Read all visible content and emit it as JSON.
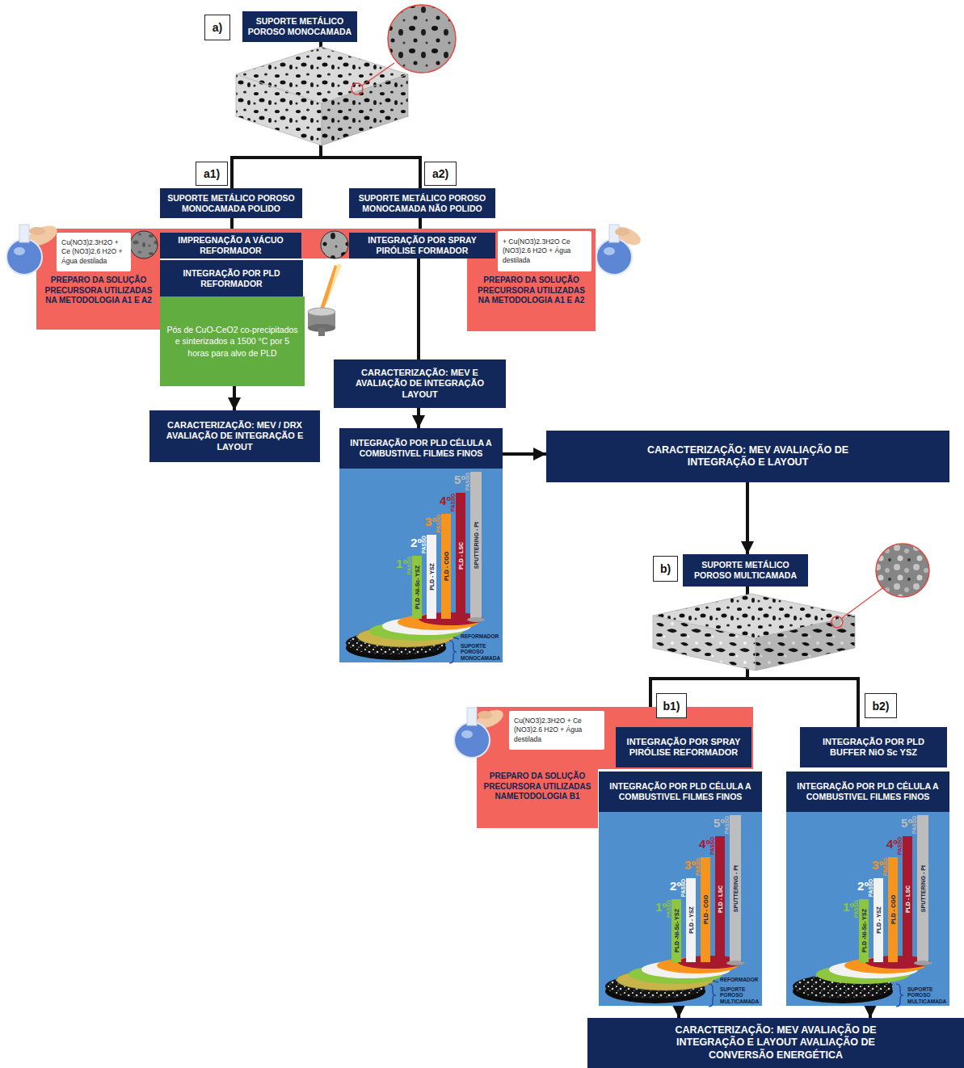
{
  "diagram": {
    "nodes": [
      {
        "text": [
          "a)"
        ]
      },
      {
        "text": [
          "SUPORTE METÁLICO POROSO MONOCAMADA"
        ]
      },
      {
        "text": [
          "a1)"
        ]
      },
      {
        "text": [
          "a2)"
        ]
      },
      {
        "text": [
          "SUPORTE METÁLICO POROSO MONOCAMADA POLIDO"
        ]
      },
      {
        "text": [
          "SUPORTE METÁLICO POROSO MONOCAMADA NÃO POLIDO"
        ]
      },
      {
        "text": [
          "PREPARO DA SOLUÇÃO PRECURSORA UTILIZADAS NA METODOLOGIA A1 E A2"
        ]
      },
      {
        "text": [
          "Cu(NO3)2.3H2O + Ce (NO3)2.6 H2O + Água destilada"
        ],
        "in": 6
      },
      {
        "text": [
          "IMPREGNAÇÃO A VÁCUO REFORMADOR"
        ]
      },
      {
        "text": [
          "INTEGRAÇÃO POR SPRAY PIRÓLISE FORMADOR"
        ]
      },
      {
        "text": [
          "PREPARO DA SOLUÇÃO PRECURSORA UTILIZADAS NA METODOLOGIA A1 E A2"
        ]
      },
      {
        "text": [
          "+ Cu(NO3)2.3H2O Ce (NO3)2.6 H2O + Água destilada"
        ],
        "in": 10
      },
      {
        "text": [
          "INTEGRAÇÃO POR PLD REFORMADOR"
        ]
      },
      {
        "text": [
          "Pós de CuO-CeO2 co-precipitados e sinterizados a 1500 °C por 5 horas para alvo de PLD"
        ]
      },
      {
        "text": [
          "CARACTERIZAÇÃO: MEV E AVALIAÇÃO DE INTEGRAÇÃO LAYOUT"
        ]
      },
      {
        "text": [
          "CARACTERIZAÇÃO: MEV / DRX AVALIAÇÃO DE INTEGRAÇÃO E LAYOUT"
        ]
      },
      {
        "text": [
          "INTEGRAÇÃO POR PLD CÉLULA A COMBUSTIVEL FILMES FINOS"
        ]
      },
      {
        "text": [
          "CARACTERIZAÇÃO: MEV AVALIAÇÃO DE INTEGRAÇÃO E LAYOUT"
        ]
      },
      {
        "text": [
          "b)"
        ]
      },
      {
        "text": [
          "SUPORTE METÁLICO POROSO MULTICAMADA"
        ]
      },
      {
        "text": [
          "b1)"
        ]
      },
      {
        "text": [
          "b2)"
        ]
      },
      {
        "text": [
          "PREPARO DA SOLUÇÃO PRECURSORA UTILIZADAS NAMETODOLOGIA B1"
        ]
      },
      {
        "text": [
          "Cu(NO3)2.3H2O + Ce (NO3)2.6 H2O + Água destilada"
        ],
        "in": 22
      },
      {
        "text": [
          "INTEGRAÇÃO POR SPRAY PIRÓLISE REFORMADOR"
        ]
      },
      {
        "text": [
          "INTEGRAÇÃO POR PLD BUFFER NiO Sc YSZ"
        ]
      },
      {
        "text": [
          "INTEGRAÇÃO POR PLD CÉLULA A COMBUSTIVEL FILMES FINOS"
        ]
      },
      {
        "text": [
          "INTEGRAÇÃO POR PLD CÉLULA A COMBUSTIVEL FILMES FINOS"
        ]
      },
      {
        "text": [
          "CARACTERIZAÇÃO: MEV AVALIAÇÃO DE INTEGRAÇÃO E LAYOUT AVALIAÇÃO DE CONVERSÃO ENERGÉTICA"
        ]
      }
    ],
    "edges": [
      {
        "from": 1,
        "to": 4,
        "arrow": "none"
      },
      {
        "from": 1,
        "to": 5,
        "arrow": "none"
      },
      {
        "from": 4,
        "to": 8,
        "arrow": "none"
      },
      {
        "from": 5,
        "to": 9,
        "arrow": "none"
      },
      {
        "from": 9,
        "to": 14,
        "arrow": "none"
      },
      {
        "from": 13,
        "to": 15,
        "arrow": "to"
      },
      {
        "from": 14,
        "to": 16,
        "arrow": "to"
      },
      {
        "from": 16,
        "to": 17,
        "arrow": "to"
      },
      {
        "from": 17,
        "to": 19,
        "arrow": "to"
      },
      {
        "from": 19,
        "to": 24,
        "arrow": "none"
      },
      {
        "from": 19,
        "to": 25,
        "arrow": "none"
      },
      {
        "from": 26,
        "to": 28,
        "arrow": "to"
      },
      {
        "from": 27,
        "to": 28,
        "arrow": "to"
      }
    ],
    "labels": [
      "1º",
      "PASSO",
      "PLD -Ni-Sc- YSZ",
      "2º",
      "PASSO",
      "PLD - YSZ",
      "3º",
      "PASSO",
      "PLD - CGO",
      "4º",
      "PASSO",
      "PLD - LSC",
      "5º",
      "PASSO",
      "SPUTTERING - Pt",
      "REFORMADOR",
      "SUPORTE POROSO MONOCAMADA",
      "1º",
      "PASSO",
      "PLD -Ni-Sc- YSZ",
      "2º",
      "PASSO",
      "PLD - YSZ",
      "3º",
      "PASSO",
      "PLD - CGO",
      "4º",
      "PASSO",
      "PLD - LSC",
      "5º",
      "PASSO",
      "SPUTTERING - Pt",
      "REFORMADOR",
      "SUPORTE POROSO MULTICAMADA",
      "1º",
      "PASSO",
      "PLD -Ni-Sc- YSZ",
      "2º",
      "PASSO",
      "PLD - YSZ",
      "3º",
      "PASSO",
      "PLD - CGO",
      "4º",
      "PASSO",
      "PLD - LSC",
      "5º",
      "PASSO",
      "SPUTTERING - Pt",
      "SUPORTE POROSO MULTICAMADA"
    ]
  }
}
